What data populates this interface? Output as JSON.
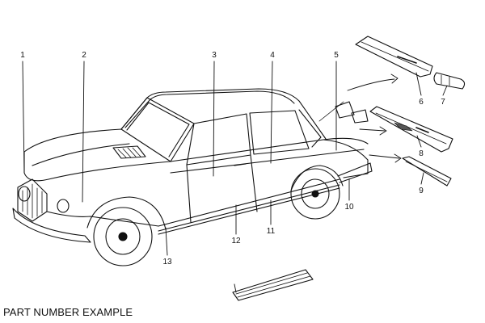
{
  "caption": "PART NUMBER EXAMPLE",
  "callouts": [
    "1",
    "2",
    "3",
    "4",
    "5",
    "6",
    "7",
    "8",
    "9",
    "10",
    "11",
    "12",
    "13"
  ],
  "colors": {
    "ink": "#111111",
    "background": "#ffffff",
    "shade": "#555555"
  }
}
